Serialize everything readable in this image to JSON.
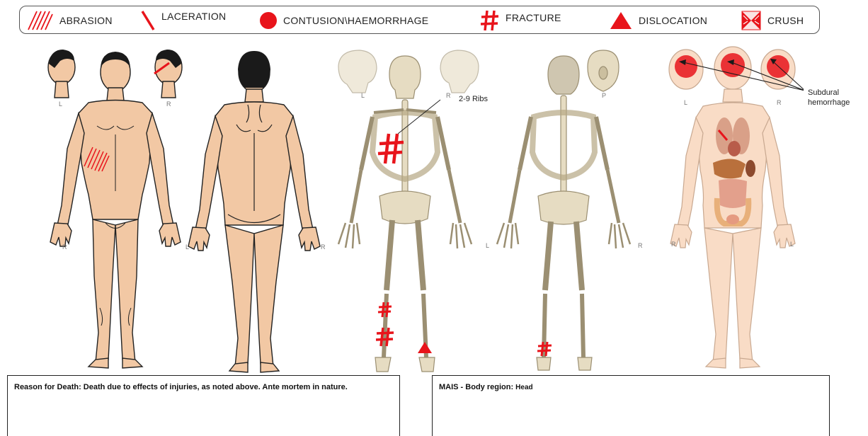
{
  "legend": {
    "abrasion": "ABRASION",
    "laceration": "LACERATION",
    "contusion": "CONTUSION\\HAEMORRHAGE",
    "fracture": "FRACTURE",
    "dislocation": "DISLOCATION",
    "crush": "CRUSH"
  },
  "colors": {
    "injury_red": "#e8141b",
    "skin": "#f2c8a4",
    "bone": "#e6dcc2",
    "outline": "#222222"
  },
  "figures": {
    "external_front": {
      "head_left": "L",
      "head_right": "R",
      "side": "R"
    },
    "external_back": {
      "side_left": "L",
      "side_right": "R"
    },
    "skeleton_front": {
      "skull_left": "L",
      "skull_right": "R",
      "side": "L"
    },
    "skeleton_back": {
      "skull_base": "P",
      "side": "R"
    },
    "internal": {
      "head_left": "L",
      "head_right": "R",
      "side_left": "R",
      "side_right": "L"
    }
  },
  "annotations": {
    "ribs": "2-9 Ribs",
    "subdural_line1": "Subdural",
    "subdural_line2": "hemorrhage"
  },
  "boxes": {
    "reason": "Reason for Death: Death due to effects of injuries, as noted above. Ante mortem in nature.",
    "mais_label": "MAIS - Body region:",
    "mais_value": "Head"
  }
}
